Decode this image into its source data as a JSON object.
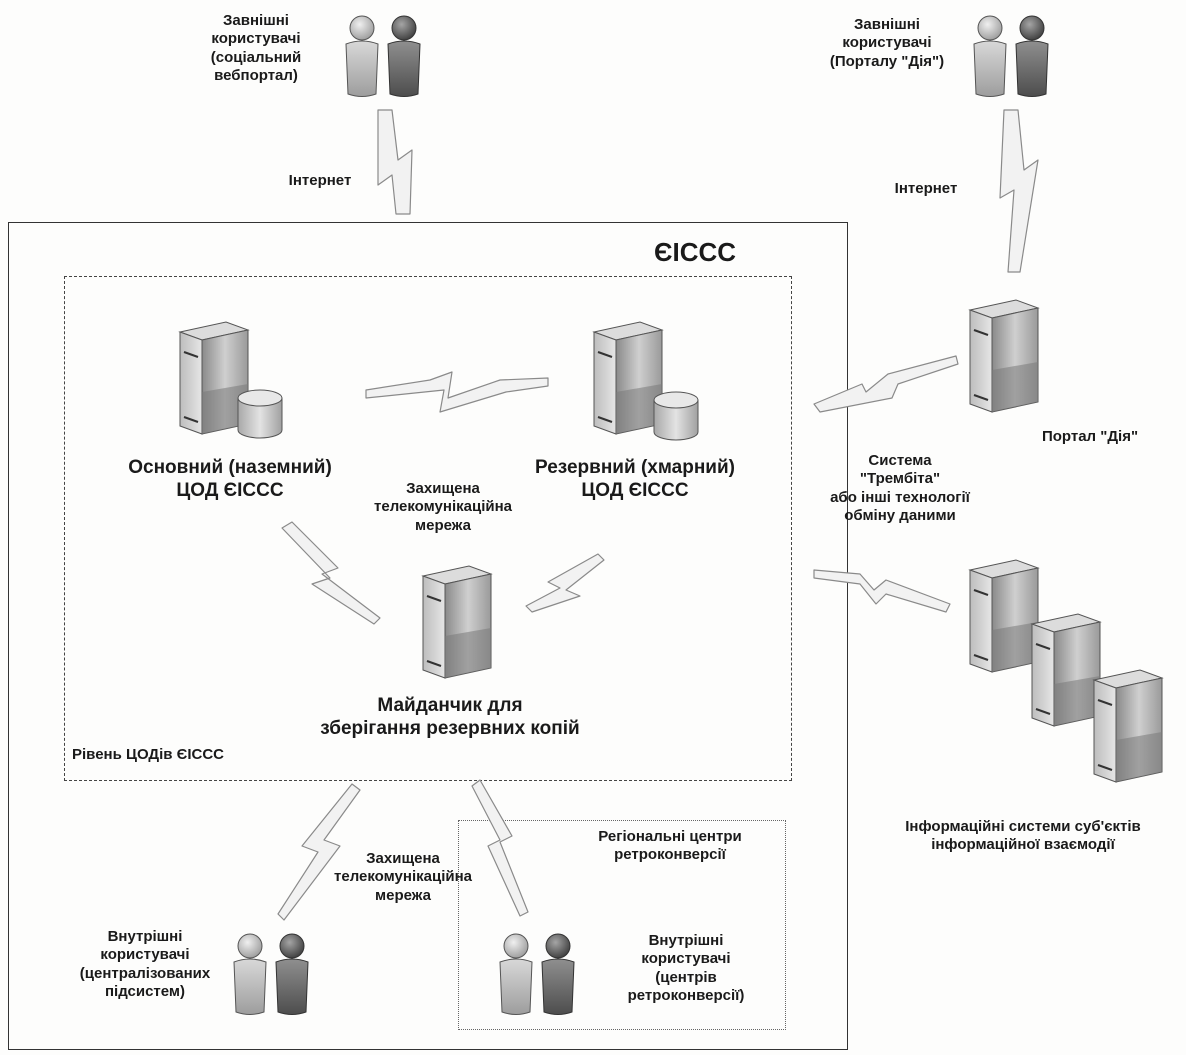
{
  "system_title": "ЄІСCC",
  "dc_level_label": "Рівень ЦОДів ЄІСCC",
  "internet_left": "Інтернет",
  "internet_right": "Інтернет",
  "ext_users_social": "Завнішні\nкористувачі\n(соціальний\nвебпортал)",
  "ext_users_diia": "Завнішні\nкористувачі\n(Порталу \"Дія\")",
  "primary_dc": "Основний (наземний)\nЦОД ЄІСCC",
  "backup_dc": "Резервний (хмарний)\nЦОД ЄІСCC",
  "secure_network_top": "Захищена\nтелекомунікаційна\nмережа",
  "backup_site": "Майданчик для\nзберігання резервних копій",
  "portal_diia": "Портал \"Дія\"",
  "trembita": "Система\n\"Трембіта\"\nабо інші технології\nобміну даними",
  "info_systems": "Інформаційні системи суб'єктів\nінформаційної взаємодії",
  "regional_centers": "Регіональні центри\nретроконверсії",
  "secure_network_bottom": "Захищена\nтелекомунікаційна\nмережа",
  "internal_users_central": "Внутрішні\nкористувачі\n(централізованих\nпідсистем)",
  "internal_users_retro": "Внутрішні\nкористувачі\n(центрів\nретроконверсії)",
  "icons": [
    "user-pair-icon",
    "server-icon",
    "database-icon",
    "lightning-link-icon"
  ]
}
